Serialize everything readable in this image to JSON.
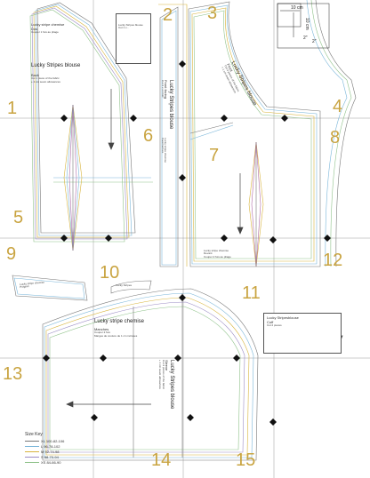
{
  "tiles": [
    "1",
    "2",
    "3",
    "4",
    "5",
    "6",
    "7",
    "8",
    "9",
    "10",
    "11",
    "12",
    "13",
    "14",
    "15"
  ],
  "back": {
    "brand_small": "Lucky stripe chemise",
    "piece_small": "Dos",
    "note_small": "Couper 1 fois au pliage",
    "brand": "Lucky Stripes blouse",
    "piece": "Back",
    "cut": "Cut 1 piece of the fabric",
    "note": "+ 1 cm seam allowances"
  },
  "info_box": {
    "brand": "Lucky Stripes blouse",
    "line": "Cut 1 x..."
  },
  "front_band": {
    "brand": "Lucky Stripes blouse",
    "piece": "Front facing",
    "cut": "Cut 2 x on fold"
  },
  "collar": {
    "brand": "Lucky stripe chemise",
    "note": "Parementure"
  },
  "front": {
    "brand": "Lucky Stripes blouse",
    "piece": "Front",
    "cut": "Cut 2 pieces of the fabric",
    "note": "+ 1 cm seam allowances"
  },
  "devant": {
    "brand": "Lucky stripe chemise",
    "piece": "Devant",
    "cut": "Couper 2 fois au pliage"
  },
  "test_square": {
    "width": "10 cm",
    "height": "10 cm",
    "small_a": "2\"",
    "small_b": "2\""
  },
  "cuff_small": {
    "brand": "Lucky stripe chemise",
    "piece": "Poignet"
  },
  "facing": {
    "brand": "Lucky Stripes"
  },
  "sleeve": {
    "brand": "Lucky stripe chemise",
    "piece": "Manches",
    "cut": "Couper 2 fois",
    "note": "Marges de couture de 1 cm incluses"
  },
  "sleeve_vertical": {
    "brand": "Lucky Stripes blouse",
    "piece": "Sleeve",
    "cut": "Cut 2 pieces of the fabric",
    "note": "+ 1 cm seam allowances"
  },
  "cuff": {
    "brand": "Lucky Stripesblouse",
    "piece": "Cuff",
    "cut": "Cut 2 pieces"
  },
  "size_key": {
    "title": "Size Key",
    "rows": [
      "XL 100-82-106",
      "L 96-78-102",
      "M 92-74-98",
      "S 88-70-94",
      "XS 84-66-90"
    ]
  }
}
